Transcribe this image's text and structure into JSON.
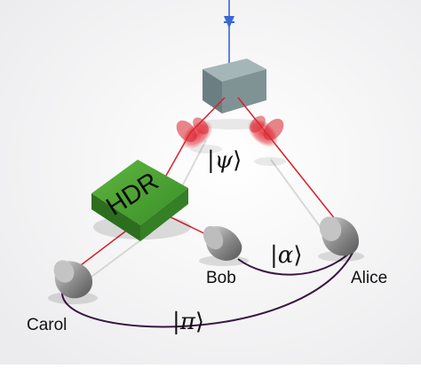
{
  "diagram": {
    "source_module": {
      "label": "HDR"
    },
    "parties": {
      "alice": {
        "label": "Alice"
      },
      "bob": {
        "label": "Bob"
      },
      "carol": {
        "label": "Carol"
      }
    },
    "states": {
      "psi": {
        "symbol": "ψ"
      },
      "alpha": {
        "symbol": "α"
      },
      "pi": {
        "symbol": "π"
      }
    },
    "colors": {
      "laser_red": "#d8202a",
      "pump_blue": "#3a66d8",
      "hdr_green": "#3f9a2e",
      "crystal_gray": "#7f9294",
      "detector_gray": "#8a8a8a",
      "link_purple": "#3a1642"
    }
  }
}
